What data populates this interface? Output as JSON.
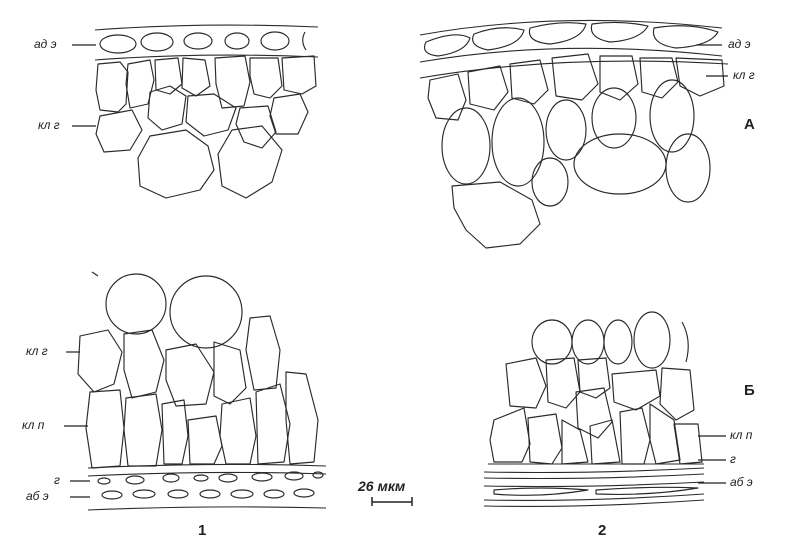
{
  "labels": {
    "ad_e": "ад э",
    "kl_g": "кл г",
    "kl_p": "кл п",
    "g": "г",
    "ab_e": "аб э"
  },
  "section_marks": {
    "a": "А",
    "b": "Б"
  },
  "panel_numbers": {
    "left": "1",
    "right": "2"
  },
  "scale_bar": "26 мкм"
}
